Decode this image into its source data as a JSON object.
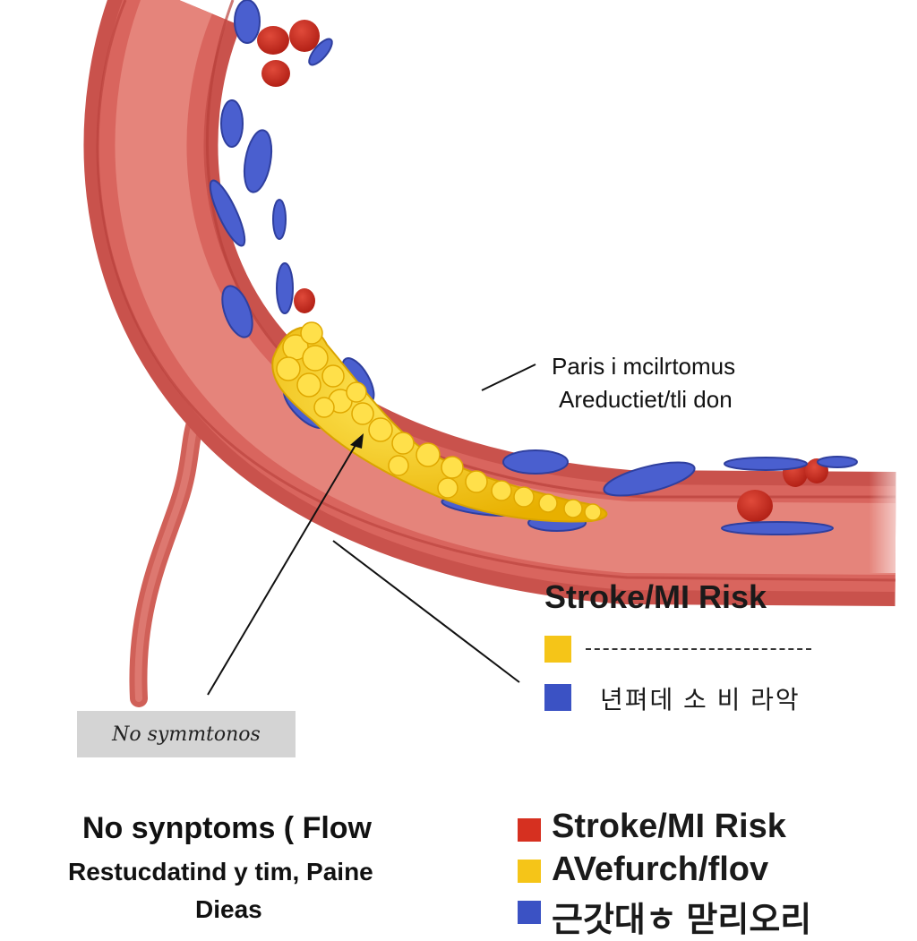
{
  "callouts": {
    "line1": "Paris i mcilrtomus",
    "line2": "Areductiet/tli don"
  },
  "tag": {
    "label": "No symmtonos"
  },
  "legend": {
    "title": "Stroke/MI Risk",
    "items": [
      {
        "color": "#f5c518",
        "label": ""
      },
      {
        "color": "#3b52c4",
        "label": "년펴데 소 비  라악"
      }
    ]
  },
  "bottom_left": {
    "line1": "No synptoms ( Flow",
    "line2": "Restucdatind y tim, Paine",
    "line3": "Dieas"
  },
  "bottom_right": {
    "items": [
      {
        "color": "#d63020",
        "label": "Stroke/MI Risk"
      },
      {
        "color": "#f5c518",
        "label": "AVefurch/flov"
      },
      {
        "color": "#3b52c4",
        "label": "근갓대ㅎ 맏리오리"
      }
    ]
  },
  "colors": {
    "vessel_wall": "#c8504a",
    "vessel_inner": "#e0706a",
    "plaque": "#f5c518",
    "red_cell": "#c8281e",
    "blue_cell": "#3b52c4"
  }
}
